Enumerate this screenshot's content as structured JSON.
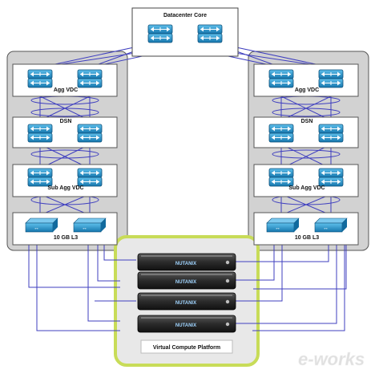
{
  "core": {
    "label": "Datacenter Core"
  },
  "pods": [
    {
      "agg_label": "Agg VDC",
      "dsn_label": "DSN",
      "subagg_label": "Sub Agg VDC",
      "access_label": "10 GB L3"
    },
    {
      "agg_label": "Agg VDC",
      "dsn_label": "DSN",
      "subagg_label": "Sub Agg VDC",
      "access_label": "10 GB L3"
    }
  ],
  "platform": {
    "label": "Virtual Compute Platform",
    "nodes": [
      {
        "brand": "NUTANIX"
      },
      {
        "brand": "NUTANIX"
      },
      {
        "brand": "NUTANIX"
      },
      {
        "brand": "NUTANIX"
      }
    ]
  },
  "watermark": {
    "text": "e-works"
  },
  "colors": {
    "link": "#3f3fbf",
    "pod_fill": "#d2d2d2",
    "switch_blue": "#1f8fc8",
    "platform_border": "#c8dc58",
    "platform_fill": "#e8e8e8"
  }
}
